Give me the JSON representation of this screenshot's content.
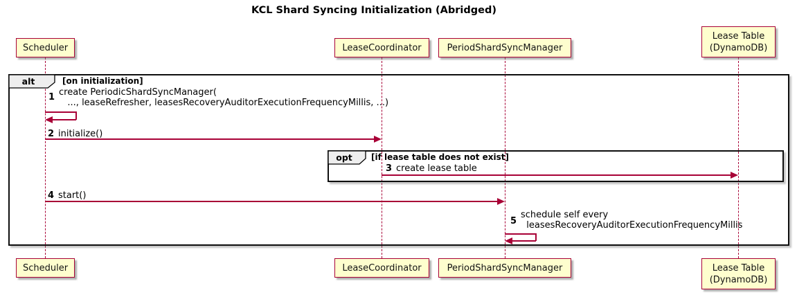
{
  "title": "KCL Shard Syncing Initialization (Abridged)",
  "colors": {
    "participant_fill": "#FEFECE",
    "participant_border": "#A80036",
    "arrow": "#A80036",
    "lifeline": "#A80036",
    "frame_border": "#0e0e0e",
    "frame_label_fill": "#EEEEEE"
  },
  "participants": [
    {
      "label": "Scheduler"
    },
    {
      "label": "LeaseCoordinator"
    },
    {
      "label": "PeriodShardSyncManager"
    },
    {
      "label": "Lease Table\n(DynamoDB)"
    }
  ],
  "frames": {
    "alt": {
      "keyword": "alt",
      "guard": "[on initialization]"
    },
    "opt": {
      "keyword": "opt",
      "guard": "[if lease table does not exist]"
    }
  },
  "messages": [
    {
      "num": "1",
      "text": "create PeriodicShardSyncManager(\n   ..., leaseRefresher, leasesRecoveryAuditorExecutionFrequencyMillis, ...)"
    },
    {
      "num": "2",
      "text": "initialize()"
    },
    {
      "num": "3",
      "text": "create lease table"
    },
    {
      "num": "4",
      "text": "start()"
    },
    {
      "num": "5",
      "text": "schedule self every\n  leasesRecoveryAuditorExecutionFrequencyMillis"
    }
  ]
}
